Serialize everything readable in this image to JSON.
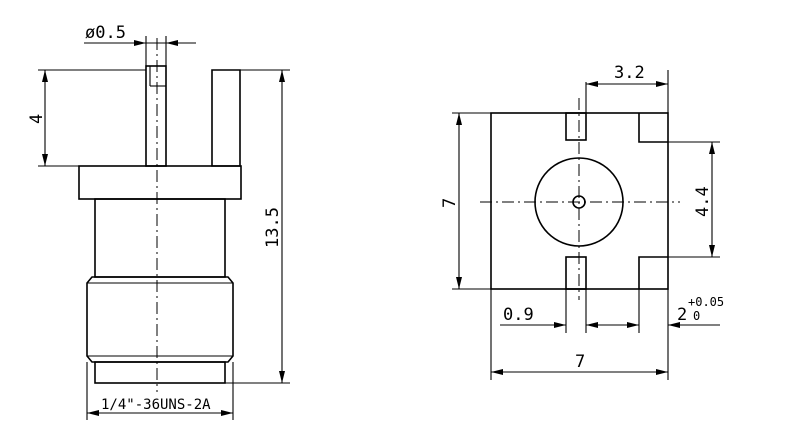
{
  "side_view": {
    "pin_diameter": "ø0.5",
    "pin_height": "4",
    "total_height": "13.5",
    "thread_spec": "1/4\"-36UNS-2A"
  },
  "front_view": {
    "slot_offset": "3.2",
    "height": "7",
    "circle_diameter": "4.4",
    "slot_width": "0.9",
    "pad_dim_base": "2",
    "pad_tol_upper": "+0.05",
    "pad_tol_lower": "0",
    "width": "7"
  }
}
